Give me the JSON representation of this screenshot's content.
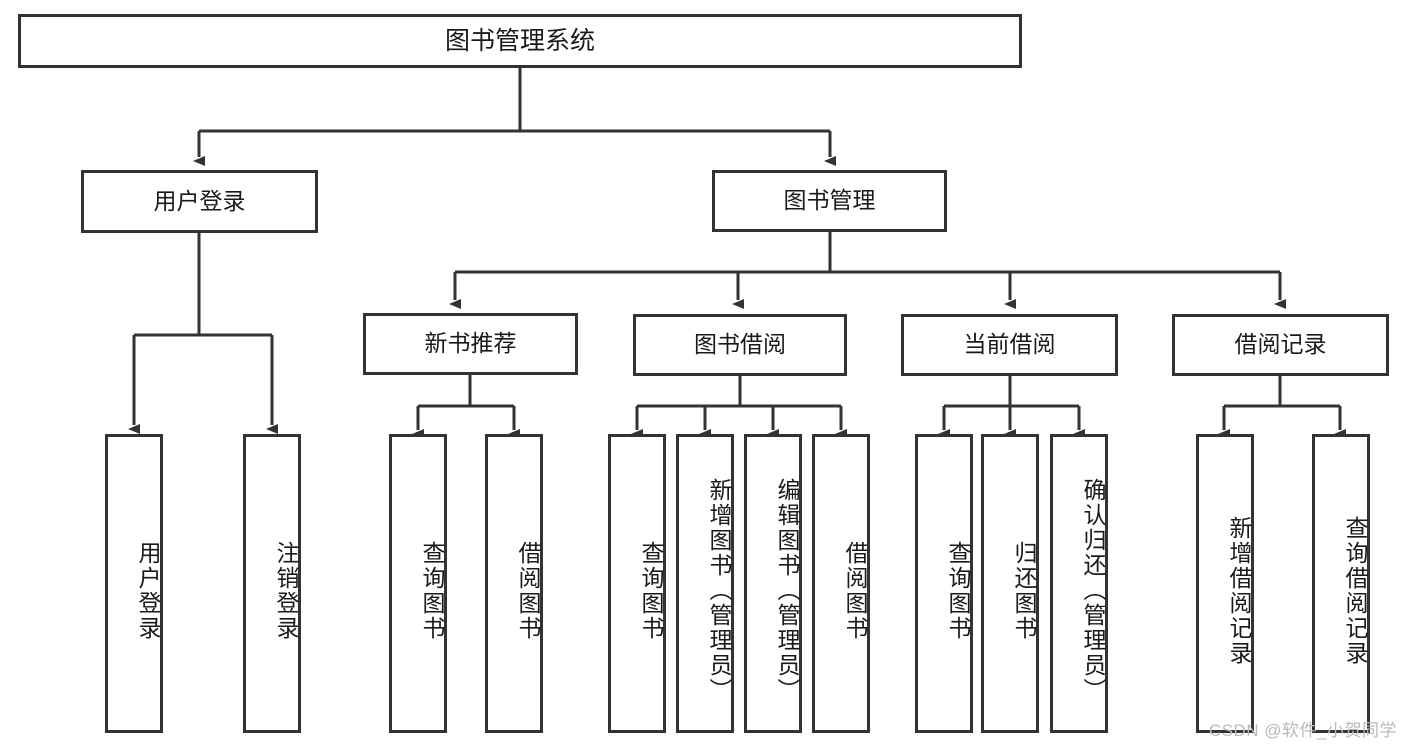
{
  "diagram": {
    "type": "tree",
    "title": "图书管理系统",
    "root": {
      "id": "root",
      "label": "图书管理系统"
    },
    "level2": [
      {
        "id": "user-login",
        "label": "用户登录"
      },
      {
        "id": "book-management",
        "label": "图书管理"
      }
    ],
    "level3": [
      {
        "id": "new-book-recommend",
        "label": "新书推荐",
        "parent": "book-management"
      },
      {
        "id": "book-borrow",
        "label": "图书借阅",
        "parent": "book-management"
      },
      {
        "id": "current-borrow",
        "label": "当前借阅",
        "parent": "book-management"
      },
      {
        "id": "borrow-record",
        "label": "借阅记录",
        "parent": "book-management"
      }
    ],
    "leaves": [
      {
        "id": "leaf-user-login",
        "label": "用户登录",
        "parent": "user-login"
      },
      {
        "id": "leaf-logout",
        "label": "注销登录",
        "parent": "user-login"
      },
      {
        "id": "leaf-query-book-1",
        "label": "查询图书",
        "parent": "new-book-recommend"
      },
      {
        "id": "leaf-borrow-book-1",
        "label": "借阅图书",
        "parent": "new-book-recommend"
      },
      {
        "id": "leaf-query-book-2",
        "label": "查询图书",
        "parent": "book-borrow"
      },
      {
        "id": "leaf-add-book",
        "label": "新增图书（管理员）",
        "parent": "book-borrow"
      },
      {
        "id": "leaf-edit-book",
        "label": "编辑图书（管理员）",
        "parent": "book-borrow"
      },
      {
        "id": "leaf-borrow-book-2",
        "label": "借阅图书",
        "parent": "book-borrow"
      },
      {
        "id": "leaf-query-book-3",
        "label": "查询图书",
        "parent": "current-borrow"
      },
      {
        "id": "leaf-return-book",
        "label": "归还图书",
        "parent": "current-borrow"
      },
      {
        "id": "leaf-confirm-return",
        "label": "确认归还（管理员）",
        "parent": "current-borrow"
      },
      {
        "id": "leaf-add-record",
        "label": "新增借阅记录",
        "parent": "borrow-record"
      },
      {
        "id": "leaf-query-record",
        "label": "查询借阅记录",
        "parent": "borrow-record"
      }
    ],
    "colors": {
      "stroke": "#333333",
      "fill": "#ffffff",
      "text": "#1a1a1a",
      "watermark": "#b9b9b9"
    }
  },
  "watermark": {
    "text": "CSDN @软件_小贺同学"
  }
}
